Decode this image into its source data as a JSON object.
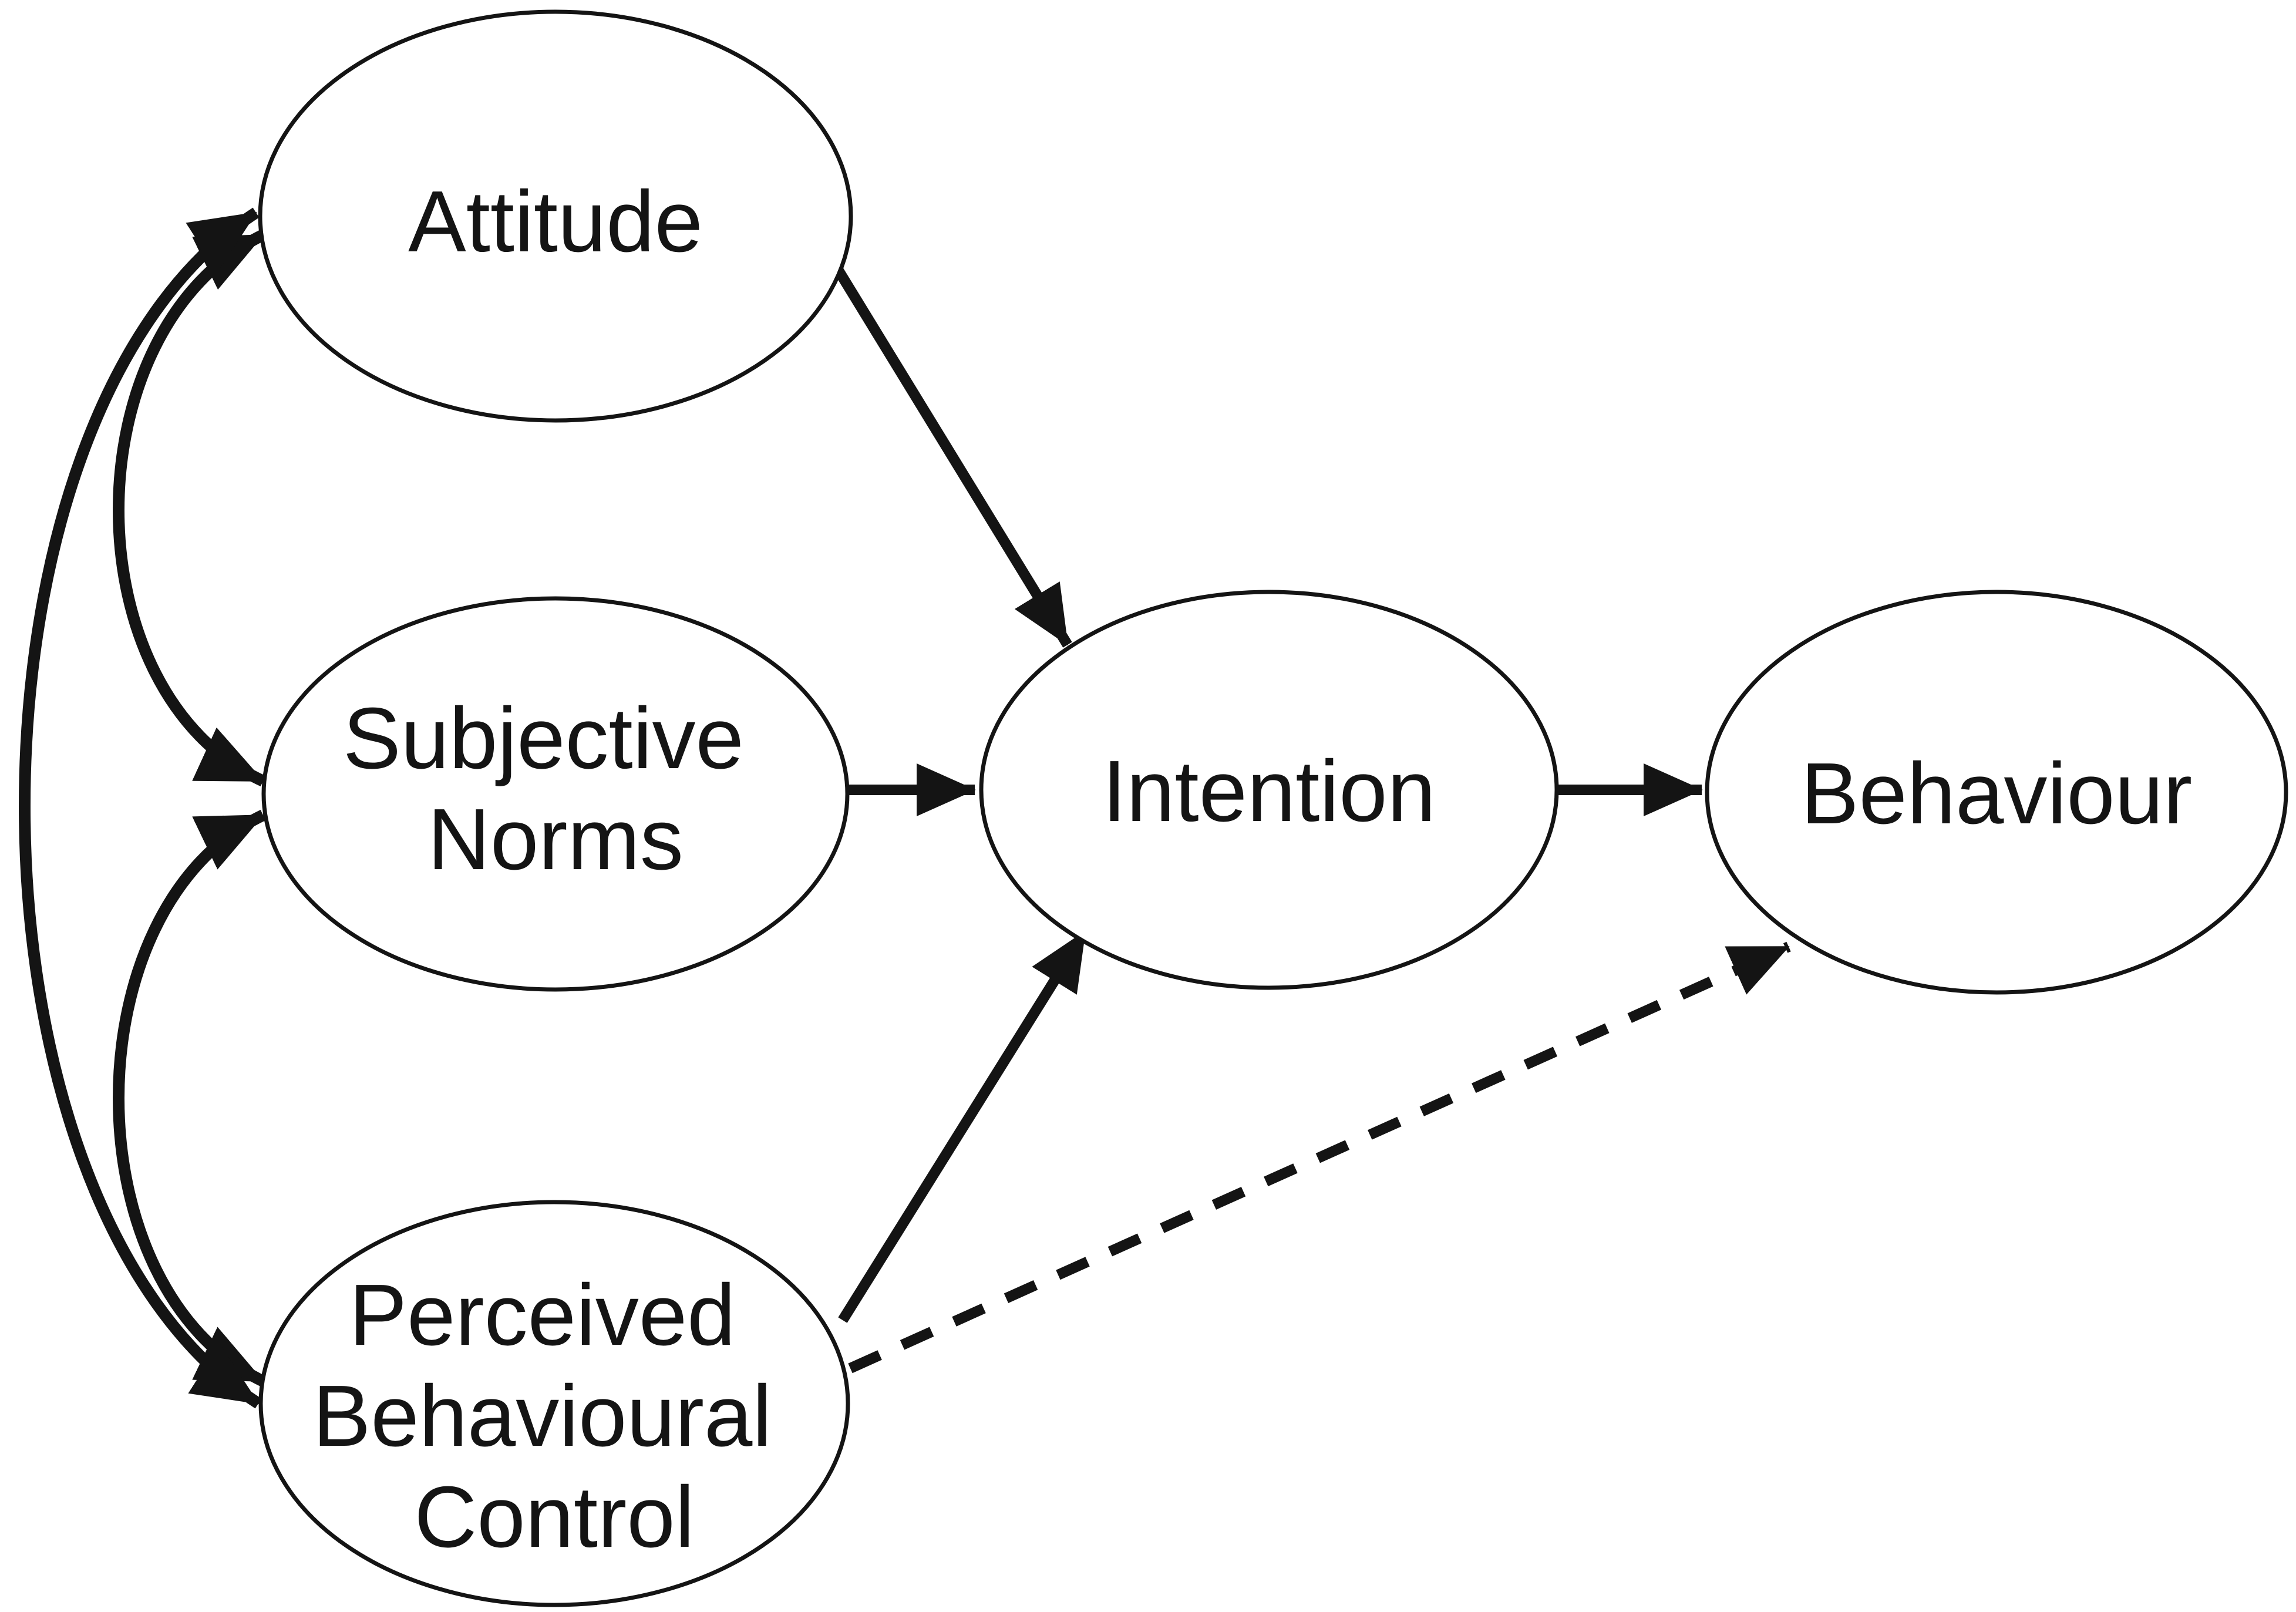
{
  "diagram": {
    "model_type": "path-diagram",
    "background_color": "#ffffff",
    "ink_color": "#141414",
    "nodes": {
      "attitude": {
        "label": "Attitude"
      },
      "subjective_norms": {
        "lines": [
          "Subjective",
          "Norms"
        ]
      },
      "perceived_behavioural_control": {
        "lines": [
          "Perceived",
          "Behavioural",
          "Control"
        ]
      },
      "intention": {
        "label": "Intention"
      },
      "behaviour": {
        "label": "Behaviour"
      }
    },
    "edges": [
      {
        "from": "Attitude",
        "to": "Intention",
        "line_style": "solid",
        "direction": "one-way"
      },
      {
        "from": "Subjective Norms",
        "to": "Intention",
        "line_style": "solid",
        "direction": "one-way"
      },
      {
        "from": "Perceived Behavioural Control",
        "to": "Intention",
        "line_style": "solid",
        "direction": "one-way"
      },
      {
        "from": "Intention",
        "to": "Behaviour",
        "line_style": "solid",
        "direction": "one-way"
      },
      {
        "from": "Perceived Behavioural Control",
        "to": "Behaviour",
        "line_style": "dashed",
        "direction": "one-way"
      },
      {
        "from": "Attitude",
        "to": "Subjective Norms",
        "line_style": "curved",
        "direction": "two-way"
      },
      {
        "from": "Subjective Norms",
        "to": "Perceived Behavioural Control",
        "line_style": "curved",
        "direction": "two-way"
      },
      {
        "from": "Attitude",
        "to": "Perceived Behavioural Control",
        "line_style": "curved",
        "direction": "two-way"
      }
    ]
  }
}
